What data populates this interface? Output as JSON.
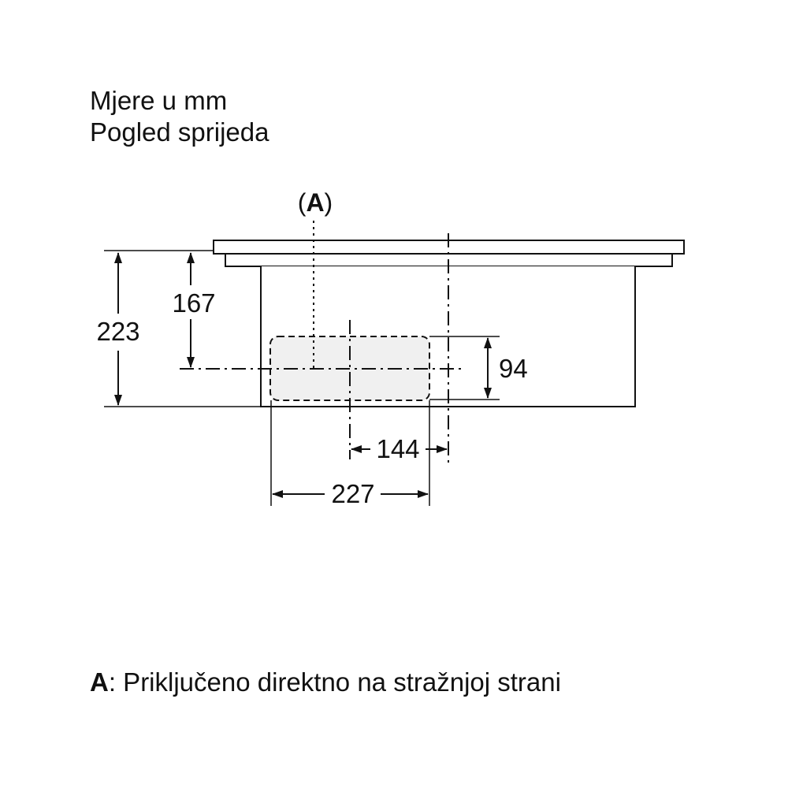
{
  "header": {
    "line1": "Mjere u mm",
    "line2": "Pogled sprijeda"
  },
  "callout": {
    "open": "(",
    "letter": "A",
    "close": ")"
  },
  "dimensions": {
    "total_height": "223",
    "height_to_axis": "167",
    "box_height": "94",
    "offset_to_rear": "144",
    "box_width": "227"
  },
  "legend": {
    "key": "A",
    "text": ": Priključeno direktno na stražnjoj strani"
  },
  "colors": {
    "line": "#111111",
    "connection_fill": "#f0f0f0"
  }
}
